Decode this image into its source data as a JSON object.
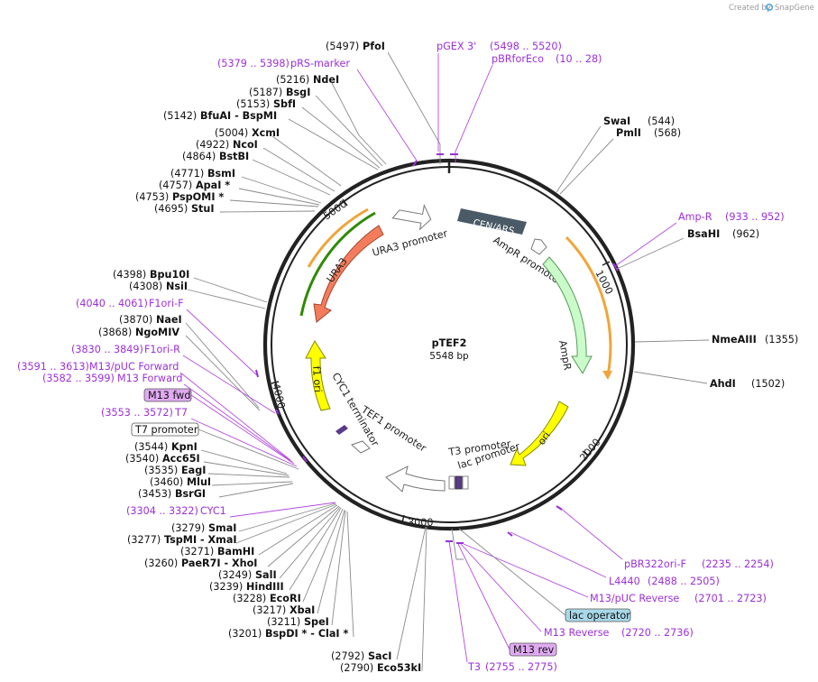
{
  "credit": {
    "prefix": "Created by",
    "brand": "SnapGene"
  },
  "plasmid": {
    "name": "pTEF2",
    "length_label": "5548 bp"
  },
  "ticks": [
    "1000",
    "2000",
    "3000",
    "4000",
    "5000"
  ],
  "features": {
    "cen_ars": "CEN/ARS",
    "ampr_promoter": "AmpR promoter",
    "ampr": "AmpR",
    "ori": "ori",
    "t3_promoter": "T3 promoter",
    "lac_promoter": "lac promoter",
    "tef1_promoter": "TEF1 promoter",
    "cyc1_terminator": "CYC1 terminator",
    "f1_ori": "f1 ori",
    "ura3": "URA3",
    "ura3_promoter": "URA3 promoter"
  },
  "left_sites": [
    {
      "pos": "(5216)",
      "name": "NdeI"
    },
    {
      "pos": "(5187)",
      "name": "BsgI"
    },
    {
      "pos": "(5153)",
      "name": "SbfI"
    },
    {
      "pos": "(5142)",
      "name": "BfuAI  - BspMI"
    },
    {
      "pos": "(5004)",
      "name": "XcmI"
    },
    {
      "pos": "(4922)",
      "name": "NcoI"
    },
    {
      "pos": "(4864)",
      "name": "BstBI"
    },
    {
      "pos": "(4771)",
      "name": "BsmI"
    },
    {
      "pos": "(4757)",
      "name": "ApaI *"
    },
    {
      "pos": "(4753)",
      "name": "PspOMI *"
    },
    {
      "pos": "(4695)",
      "name": "StuI"
    },
    {
      "pos": "(4398)",
      "name": "Bpu10I"
    },
    {
      "pos": "(4308)",
      "name": "NsiI"
    },
    {
      "pos": "(3870)",
      "name": "NaeI"
    },
    {
      "pos": "(3868)",
      "name": "NgoMIV"
    },
    {
      "pos": "(3544)",
      "name": "KpnI"
    },
    {
      "pos": "(3540)",
      "name": "Acc65I"
    },
    {
      "pos": "(3535)",
      "name": "EagI"
    },
    {
      "pos": "(3460)",
      "name": "MluI"
    },
    {
      "pos": "(3453)",
      "name": "BsrGI"
    },
    {
      "pos": "(3279)",
      "name": "SmaI"
    },
    {
      "pos": "(3277)",
      "name": "TspMI  - XmaI"
    },
    {
      "pos": "(3271)",
      "name": "BamHI"
    },
    {
      "pos": "(3260)",
      "name": "PaeR7I  - XhoI"
    },
    {
      "pos": "(3249)",
      "name": "SalI"
    },
    {
      "pos": "(3239)",
      "name": "HindIII"
    },
    {
      "pos": "(3228)",
      "name": "EcoRI"
    },
    {
      "pos": "(3217)",
      "name": "XbaI"
    },
    {
      "pos": "(3211)",
      "name": "SpeI"
    },
    {
      "pos": "(3201)",
      "name": "BspDI *  - ClaI *"
    },
    {
      "pos": "(2792)",
      "name": "SacI"
    },
    {
      "pos": "(2790)",
      "name": "Eco53kI"
    }
  ],
  "top_sites": [
    {
      "pos": "(5497)",
      "name": "PfoI"
    }
  ],
  "right_sites": [
    {
      "name": "SwaI",
      "pos": "(544)"
    },
    {
      "name": "PmlI",
      "pos": "(568)"
    },
    {
      "name": "BsaHI",
      "pos": "(962)"
    },
    {
      "name": "NmeAIII",
      "pos": "(1355)"
    },
    {
      "name": "AhdI",
      "pos": "(1502)"
    }
  ],
  "primers": {
    "pgex3": {
      "name": "pGEX 3'",
      "range": "(5498 .. 5520)"
    },
    "pbrforeco": {
      "name": "pBRforEco",
      "range": "(10 .. 28)"
    },
    "prs_marker": {
      "range": "(5379 .. 5398)",
      "name": "pRS-marker"
    },
    "ampr": {
      "name": "Amp-R",
      "range": "(933 .. 952)"
    },
    "f1ori_f": {
      "range": "(4040 .. 4061)",
      "name": "F1ori-F"
    },
    "f1ori_r": {
      "range": "(3830 .. 3849)",
      "name": "F1ori-R"
    },
    "m13puc_fwd": {
      "range": "(3591 .. 3613)",
      "name": "M13/pUC Forward"
    },
    "m13_fwd": {
      "range": "(3582 .. 3599)",
      "name": "M13 Forward"
    },
    "t7": {
      "range": "(3553 .. 3572)",
      "name": "T7"
    },
    "cyc1": {
      "range": "(3304 .. 3322)",
      "name": "CYC1"
    },
    "pbr322ori": {
      "name": "pBR322ori-F",
      "range": "(2235 .. 2254)"
    },
    "l4440": {
      "name": "L4440",
      "range": "(2488 .. 2505)"
    },
    "m13puc_rev": {
      "name": "M13/pUC Reverse",
      "range": "(2701 .. 2723)"
    },
    "m13_reverse": {
      "name": "M13 Reverse",
      "range": "(2720 .. 2736)"
    },
    "t3": {
      "name": "T3",
      "range": "(2755 .. 2775)"
    }
  },
  "boxes": {
    "m13_fwd": "M13 fwd",
    "t7_promoter": "T7 promoter",
    "lac_operator": "lac operator",
    "m13_rev": "M13 rev"
  },
  "colors": {
    "backbone": "#222222",
    "cen_ars": "#4a5a66",
    "ampr": "#c9fcc9",
    "ori": "#ffff00",
    "ura3": "#f47c5c",
    "orf_outline": "#f0a53a",
    "ura3_orf": "#2f8a00",
    "primer": "#9b30d9",
    "lac_operator": "#a8d8e8",
    "m13_box": "#e0aaf2"
  }
}
